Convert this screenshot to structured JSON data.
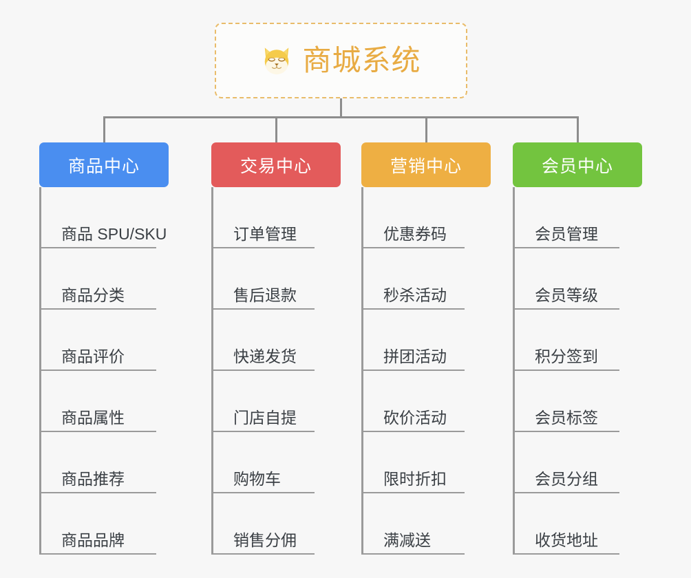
{
  "root": {
    "title": "商城系统",
    "icon": "shiba-dog-icon",
    "border_color": "#e9bc6a",
    "text_color": "#e8ab43"
  },
  "canvas": {
    "background": "#f7f7f7",
    "connector_color": "#8d8d8d"
  },
  "branches": [
    {
      "label": "商品中心",
      "color": "#4a8ef0",
      "items": [
        "商品 SPU/SKU",
        "商品分类",
        "商品评价",
        "商品属性",
        "商品推荐",
        "商品品牌"
      ]
    },
    {
      "label": "交易中心",
      "color": "#e35b5b",
      "items": [
        "订单管理",
        "售后退款",
        "快递发货",
        "门店自提",
        "购物车",
        "销售分佣"
      ]
    },
    {
      "label": "营销中心",
      "color": "#eeaf43",
      "items": [
        "优惠券码",
        "秒杀活动",
        "拼团活动",
        "砍价活动",
        "限时折扣",
        "满减送"
      ]
    },
    {
      "label": "会员中心",
      "color": "#73c43f",
      "items": [
        "会员管理",
        "会员等级",
        "积分签到",
        "会员标签",
        "会员分组",
        "收货地址"
      ]
    }
  ]
}
